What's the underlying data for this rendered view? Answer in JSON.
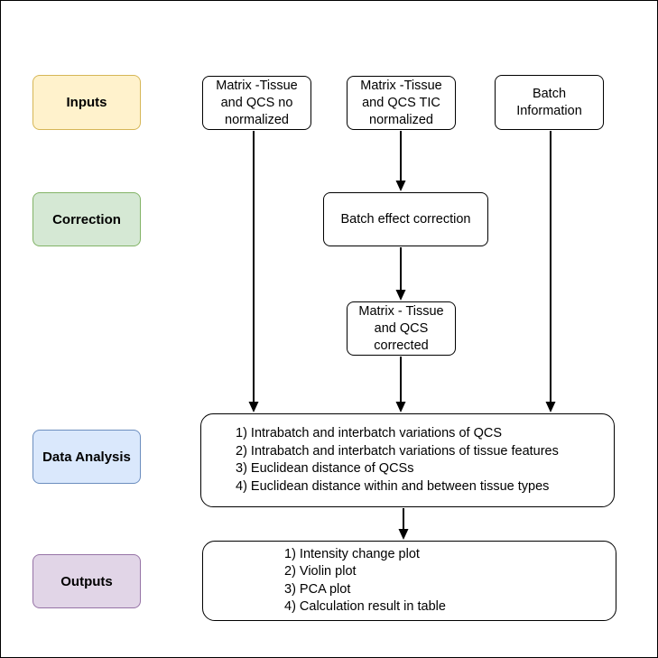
{
  "stages": {
    "inputs": "Inputs",
    "correction": "Correction",
    "analysis": "Data Analysis",
    "outputs": "Outputs"
  },
  "nodes": {
    "matrix_no_norm": [
      "Matrix -Tissue",
      "and QCS no",
      "normalized"
    ],
    "matrix_tic": [
      "Matrix -Tissue",
      "and QCS TIC",
      "normalized"
    ],
    "batch_info": [
      "Batch",
      "Information"
    ],
    "batch_correction": "Batch effect correction",
    "matrix_corrected": [
      "Matrix - Tissue",
      "and QCS",
      "corrected"
    ]
  },
  "analysis_items": [
    "1) Intrabatch and interbatch variations of QCS",
    "2) Intrabatch and interbatch variations of tissue features",
    "3) Euclidean distance of QCSs",
    "4) Euclidean distance within and between tissue types"
  ],
  "output_items": [
    "1) Intensity change plot",
    "2) Violin plot",
    "3) PCA plot",
    "4) Calculation result in table"
  ],
  "colors": {
    "inputs": "#fff2cc",
    "correction": "#d5e8d4",
    "analysis": "#dae8fc",
    "outputs": "#e1d5e7"
  }
}
